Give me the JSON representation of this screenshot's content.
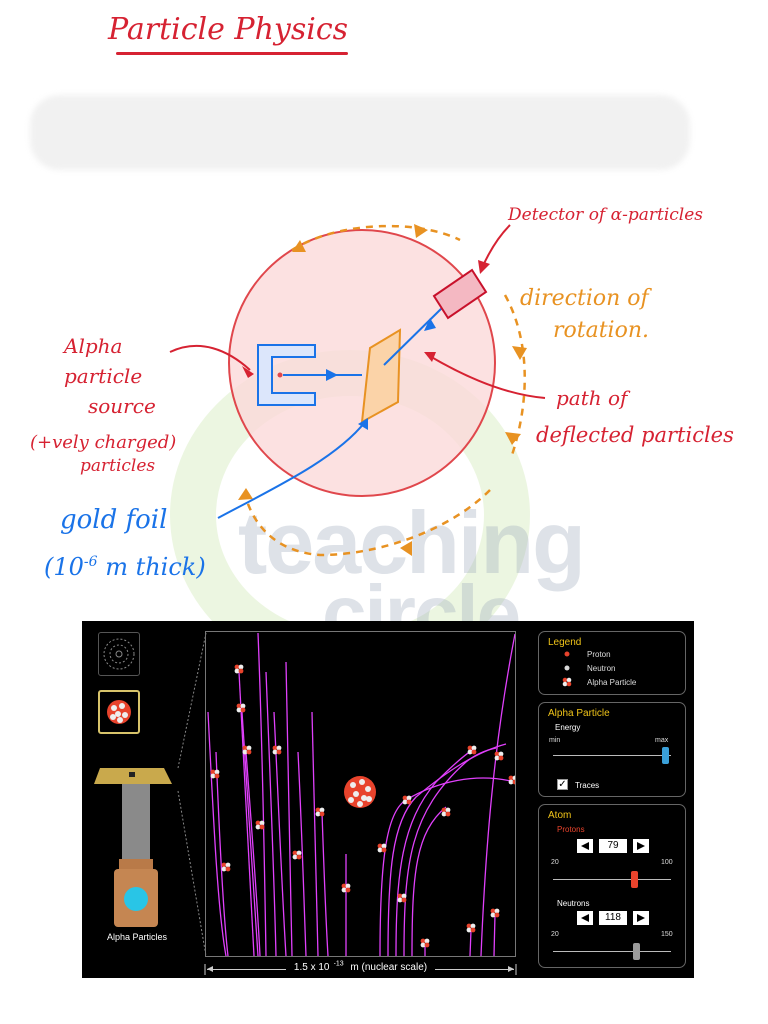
{
  "title": "Particle Physics",
  "annotations": {
    "detector": "Detector of α-particles",
    "direction_line1": "direction of",
    "direction_line2": "rotation.",
    "path_line1": "path of",
    "path_line2": "deflected particles",
    "source_line1": "Alpha",
    "source_line2": "particle",
    "source_line3": "source",
    "charge_line1": "(+vely charged)",
    "charge_line2": "particles",
    "foil_line1": "gold foil",
    "foil_prefix": "(10",
    "foil_exp": "-6",
    "foil_suffix": "m thick)"
  },
  "watermark": {
    "line1": "teaching",
    "line2": "circle"
  },
  "colors": {
    "annotation_red": "#d62232",
    "annotation_orange": "#e89222",
    "annotation_blue": "#1a73e8",
    "trace": "#e040fb",
    "legend_title": "#f0c419",
    "proton": "#e8432c",
    "neutron": "#d9d9d9"
  },
  "simulation": {
    "gun_label": "Alpha Particles",
    "scale_prefix": "1.5 x 10",
    "scale_exp": "-13",
    "scale_suffix": " m (nuclear scale)",
    "legend": {
      "title": "Legend",
      "proton": "Proton",
      "neutron": "Neutron",
      "alpha": "Alpha Particle"
    },
    "alpha_particle": {
      "title": "Alpha Particle",
      "energy_label": "Energy",
      "min_label": "min",
      "max_label": "max",
      "energy_level": 0.95,
      "traces_label": "Traces",
      "traces_checked": true
    },
    "atom": {
      "title": "Atom",
      "protons_label": "Protons",
      "protons_value": "79",
      "protons_min": "20",
      "protons_max": "100",
      "neutrons_label": "Neutrons",
      "neutrons_value": "118",
      "neutrons_min": "20",
      "neutrons_max": "150"
    }
  }
}
